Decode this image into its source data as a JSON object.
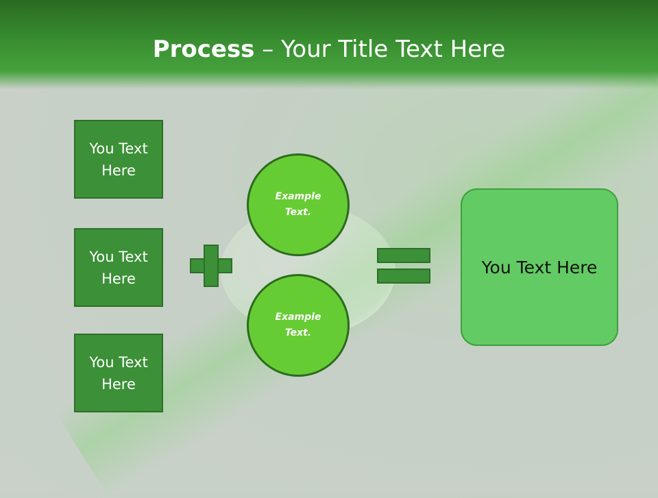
{
  "header": {
    "title_bold": "Process",
    "title_rest": " – Your Title Text Here"
  },
  "inputs": [
    {
      "label": "You Text Here"
    },
    {
      "label": "You Text Here"
    },
    {
      "label": "You Text Here"
    }
  ],
  "circles": [
    {
      "label": "Example Text."
    },
    {
      "label": "Example Text."
    }
  ],
  "result": {
    "label": "You Text Here"
  },
  "colors": {
    "header": "#368a2e",
    "box": "#3c9037",
    "circle": "#66cc33",
    "result": "#63cb63"
  }
}
